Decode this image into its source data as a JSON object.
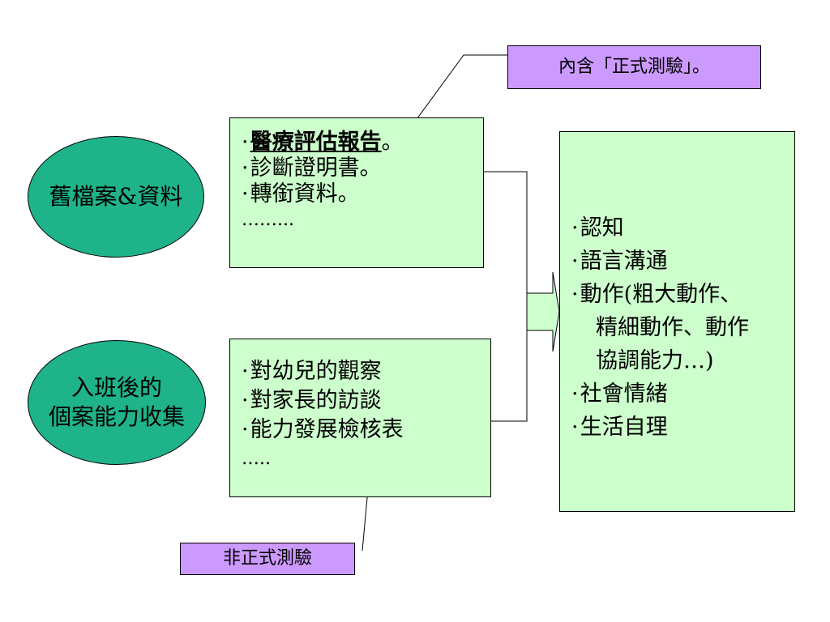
{
  "nodes": {
    "old_records": {
      "label": "舊檔案&資料"
    },
    "in_class": {
      "lines": [
        "入班後的",
        "個案能力收集"
      ]
    }
  },
  "boxes": {
    "records": {
      "items": [
        {
          "dot": "·",
          "main": "醫療評估報告",
          "suffix": "。"
        },
        {
          "dot": "·",
          "text": "診斷證明書。"
        },
        {
          "dot": "·",
          "text": "轉銜資料。"
        },
        {
          "text": "……..."
        }
      ]
    },
    "observation": {
      "items": [
        {
          "dot": "·",
          "text": "對幼兒的觀察"
        },
        {
          "dot": "·",
          "text": "對家長的訪談"
        },
        {
          "dot": "·",
          "text": "能力發展檢核表"
        },
        {
          "text": "….."
        }
      ]
    },
    "domains": {
      "items": [
        {
          "dot": "·",
          "text": "認知"
        },
        {
          "dot": "·",
          "text": "語言溝通"
        },
        {
          "dot": "·",
          "text": "動作(粗大動作、"
        },
        {
          "indent": true,
          "text": "精細動作、動作"
        },
        {
          "indent": true,
          "text": "協調能力…)"
        },
        {
          "dot": "·",
          "text": "社會情緒"
        },
        {
          "dot": "·",
          "text": "生活自理"
        }
      ]
    }
  },
  "callouts": {
    "formal": {
      "label": "內含「正式測驗」。"
    },
    "informal": {
      "label": "非正式測驗"
    }
  },
  "colors": {
    "ellipse_fill": "#1fb38a",
    "box_fill": "#ccffcc",
    "callout_fill": "#cc99ff",
    "arrow_fill": "#ccffcc"
  }
}
